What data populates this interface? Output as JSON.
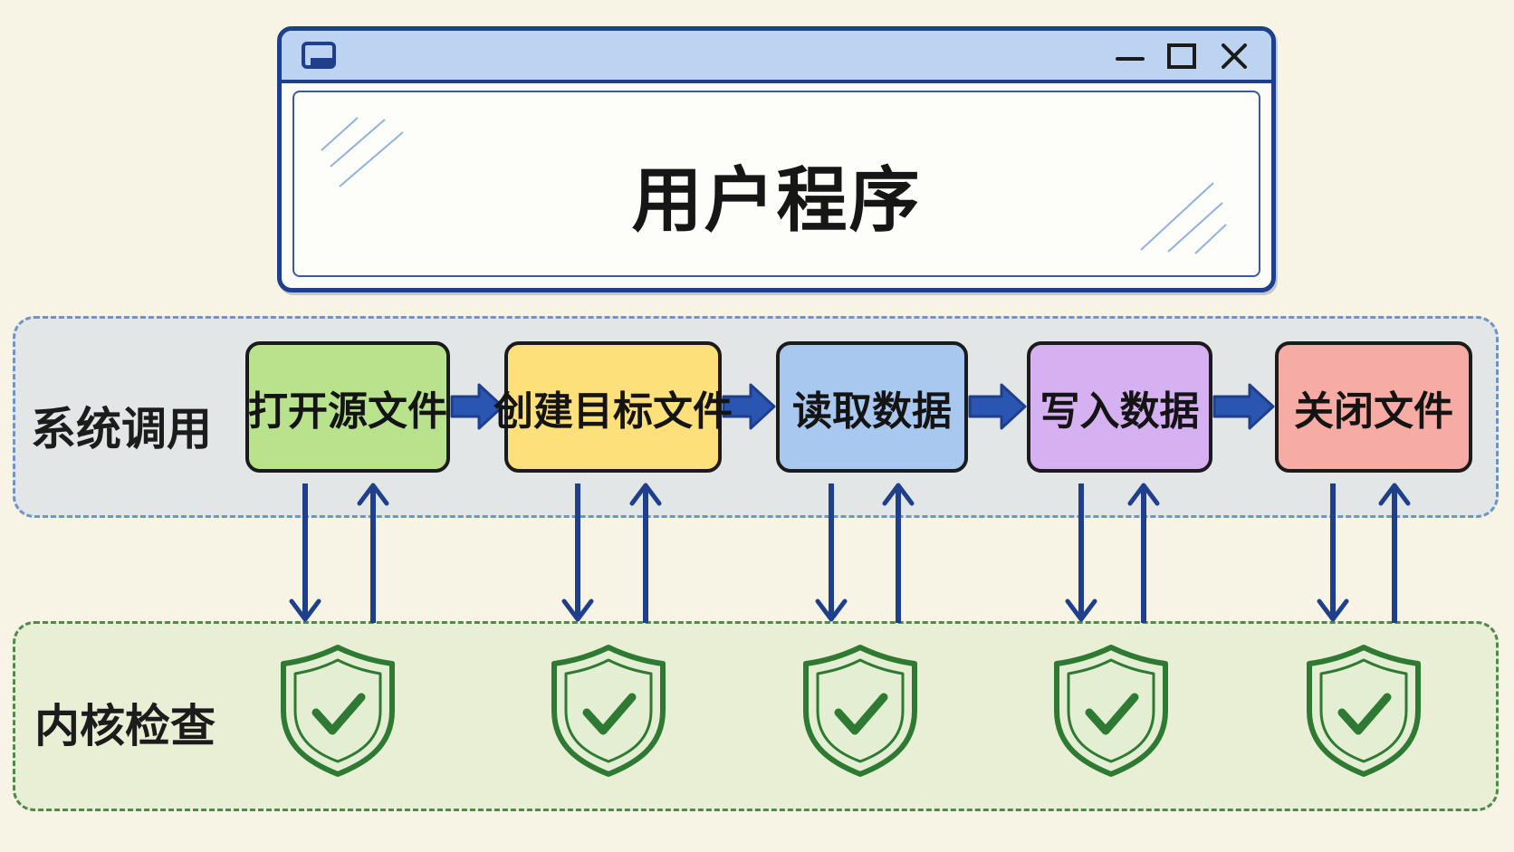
{
  "window": {
    "title": "用户程序",
    "controls": [
      "minimize",
      "maximize",
      "close"
    ]
  },
  "zones": {
    "syscall_label": "系统调用",
    "kernel_label": "内核检查"
  },
  "steps": [
    {
      "label": "打开源文件",
      "color": "#b8e38c"
    },
    {
      "label": "创建目标文件",
      "color": "#fde07a"
    },
    {
      "label": "读取数据",
      "color": "#a9c8ef"
    },
    {
      "label": "写入数据",
      "color": "#d6b1f1"
    },
    {
      "label": "关闭文件",
      "color": "#f6aca5"
    }
  ],
  "colors": {
    "arrow": "#1e3f8c",
    "shield_stroke": "#2f7a33",
    "shield_fill": "#e3eed2",
    "check": "#2f7a33"
  },
  "icons": {
    "window": "app-window-icon",
    "shield": "shield-check-icon",
    "flow_arrow": "right-arrow-icon"
  }
}
